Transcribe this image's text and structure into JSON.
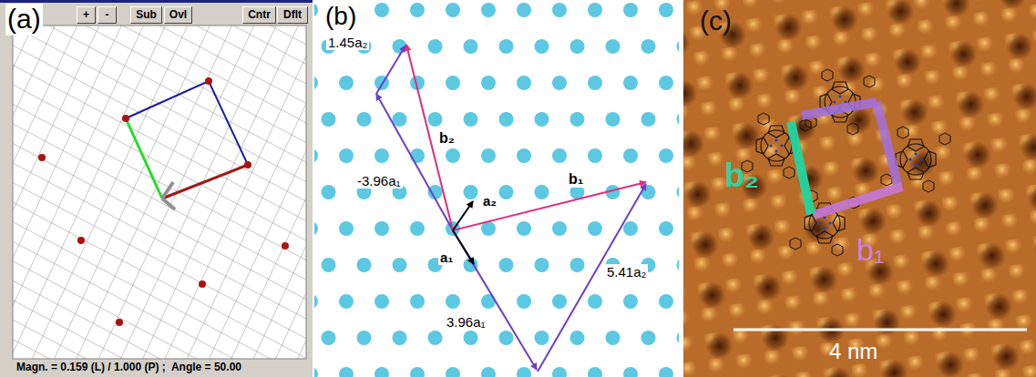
{
  "diagram": {
    "nodes": [
      {
        "text": [
          "+"
        ]
      },
      {
        "text": [
          "-"
        ]
      },
      {
        "text": [
          "Sub"
        ]
      },
      {
        "text": [
          "Ovl"
        ]
      },
      {
        "text": [
          "Cntr"
        ]
      },
      {
        "text": [
          "Dflt"
        ]
      }
    ],
    "labels": [
      "(a)",
      "Magn. = 0.159 (L) / 1.000 (P) ;  Angle = 50.00",
      "(b)",
      "1.45a₂",
      "b₂",
      "-3.96a₁",
      "a₂",
      "b₁",
      "a₁",
      "3.96a₁",
      "5.41a₂",
      "(c)",
      "b₂",
      "b₁",
      "4 nm"
    ]
  }
}
